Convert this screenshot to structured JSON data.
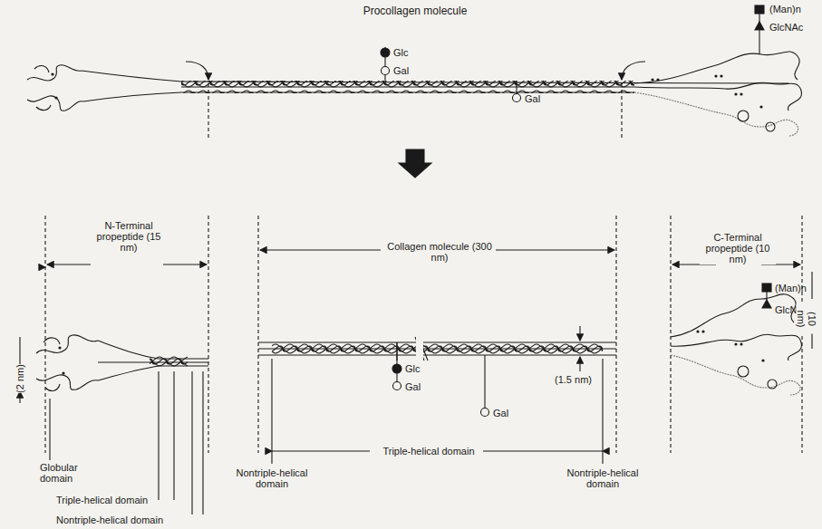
{
  "diagram": {
    "title": "Procollagen molecule",
    "labels": [
      "Glc",
      "Gal",
      "Gal",
      "(Man)n",
      "GlcNAc",
      "N-Terminal propeptide (15 nm)",
      "Collagen molecule (300 nm)",
      "C-Terminal propeptide (10 nm)",
      "(Man)n",
      "GlcNAc",
      "Glc",
      "Gal",
      "Gal",
      "(2 nm)",
      "(1.5 nm)",
      "(10 nm)",
      "Globular domain",
      "Triple-helical domain",
      "Nontriple-helical domain",
      "Nontriple-helical domain",
      "Triple-helical domain",
      "Nontriple-helical domain"
    ]
  }
}
